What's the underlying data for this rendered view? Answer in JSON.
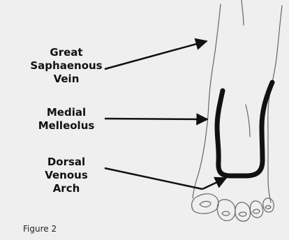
{
  "labels": {
    "great_saphaenous_vein": [
      "Great",
      "Saphaenous",
      "Vein"
    ],
    "medial_melleolus": [
      "Medial",
      "Melleolus"
    ],
    "dorsal_venous_arch": [
      "Dorsal",
      "Venous",
      "Arch"
    ]
  },
  "caption": "Figure 2",
  "colors": {
    "background": "#efefef",
    "outline": "#555555",
    "vein": "#111111",
    "text": "#111111"
  }
}
